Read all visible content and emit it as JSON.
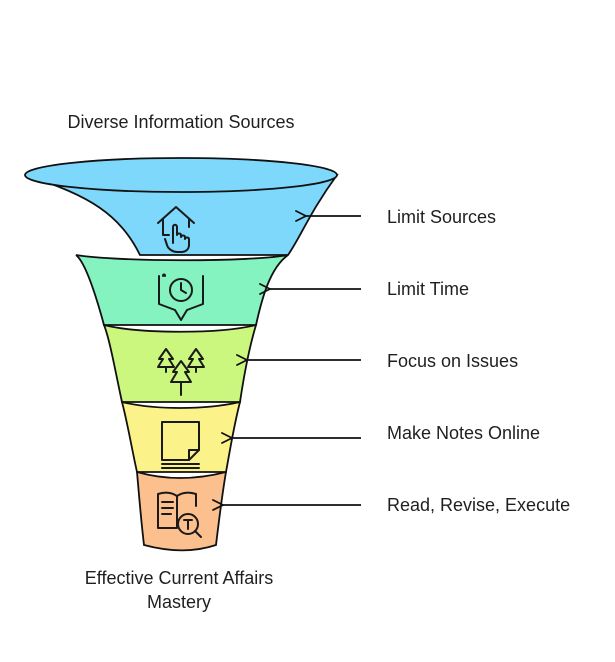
{
  "diagram": {
    "top_label": "Diverse Information Sources",
    "bottom_label": [
      "Effective Current Affairs",
      "Mastery"
    ],
    "stages": [
      {
        "label": "Limit Sources",
        "icon": "house-hand-icon",
        "color": "#7dd8fb"
      },
      {
        "label": "Limit Time",
        "icon": "clock-icon",
        "color": "#84f3c0"
      },
      {
        "label": "Focus on Issues",
        "icon": "pine-trees-icon",
        "color": "#ccf77e"
      },
      {
        "label": "Make Notes Online",
        "icon": "note-page-icon",
        "color": "#fbf38a"
      },
      {
        "label": "Read, Revise, Execute",
        "icon": "book-search-icon",
        "color": "#fbc08e"
      }
    ],
    "outline_color": "#111111"
  }
}
